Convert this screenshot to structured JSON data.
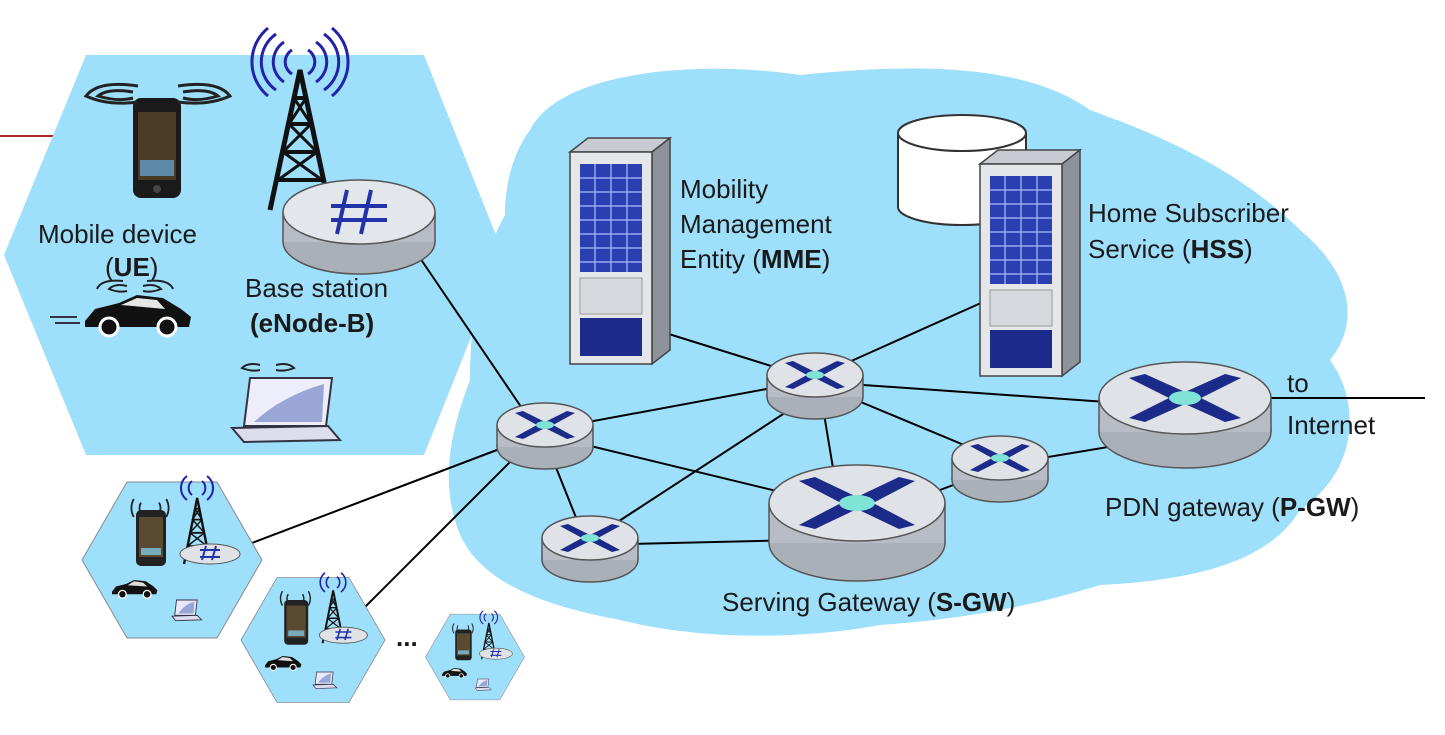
{
  "labels": {
    "mobile_device": "Mobile device",
    "ue_open": "(",
    "ue": "UE",
    "ue_close": ")",
    "base_station": "Base station",
    "enodeb": "(eNode-B)",
    "mme_line1": "Mobility",
    "mme_line2": "Management",
    "mme_line3_prefix": "Entity (",
    "mme": "MME",
    "mme_close": ")",
    "hss_line1": "Home Subscriber",
    "hss_line2_prefix": "Service (",
    "hss": "HSS",
    "hss_close": ")",
    "to": "to",
    "internet": "Internet",
    "pgw_prefix": "PDN gateway (",
    "pgw": "P-GW",
    "pgw_close": ")",
    "sgw_prefix": "Serving Gateway (",
    "sgw": "S-GW",
    "sgw_close": ")",
    "ellipsis": "..."
  },
  "colors": {
    "cell_fill": "#9ee0fb",
    "cloud_fill": "#9ee0fb",
    "router_top": "#d9dde3",
    "router_side": "#b8bcc4",
    "router_x": "#1c2a8a",
    "router_x_center": "#7fe3d6",
    "antenna_wave": "#2222aa",
    "server_blue": "#2b3fb0",
    "accent_line": "#b22222"
  },
  "icons": [
    "cell-tower-icon",
    "router-icon",
    "server-icon",
    "database-icon",
    "phone-icon",
    "car-icon",
    "laptop-icon"
  ]
}
